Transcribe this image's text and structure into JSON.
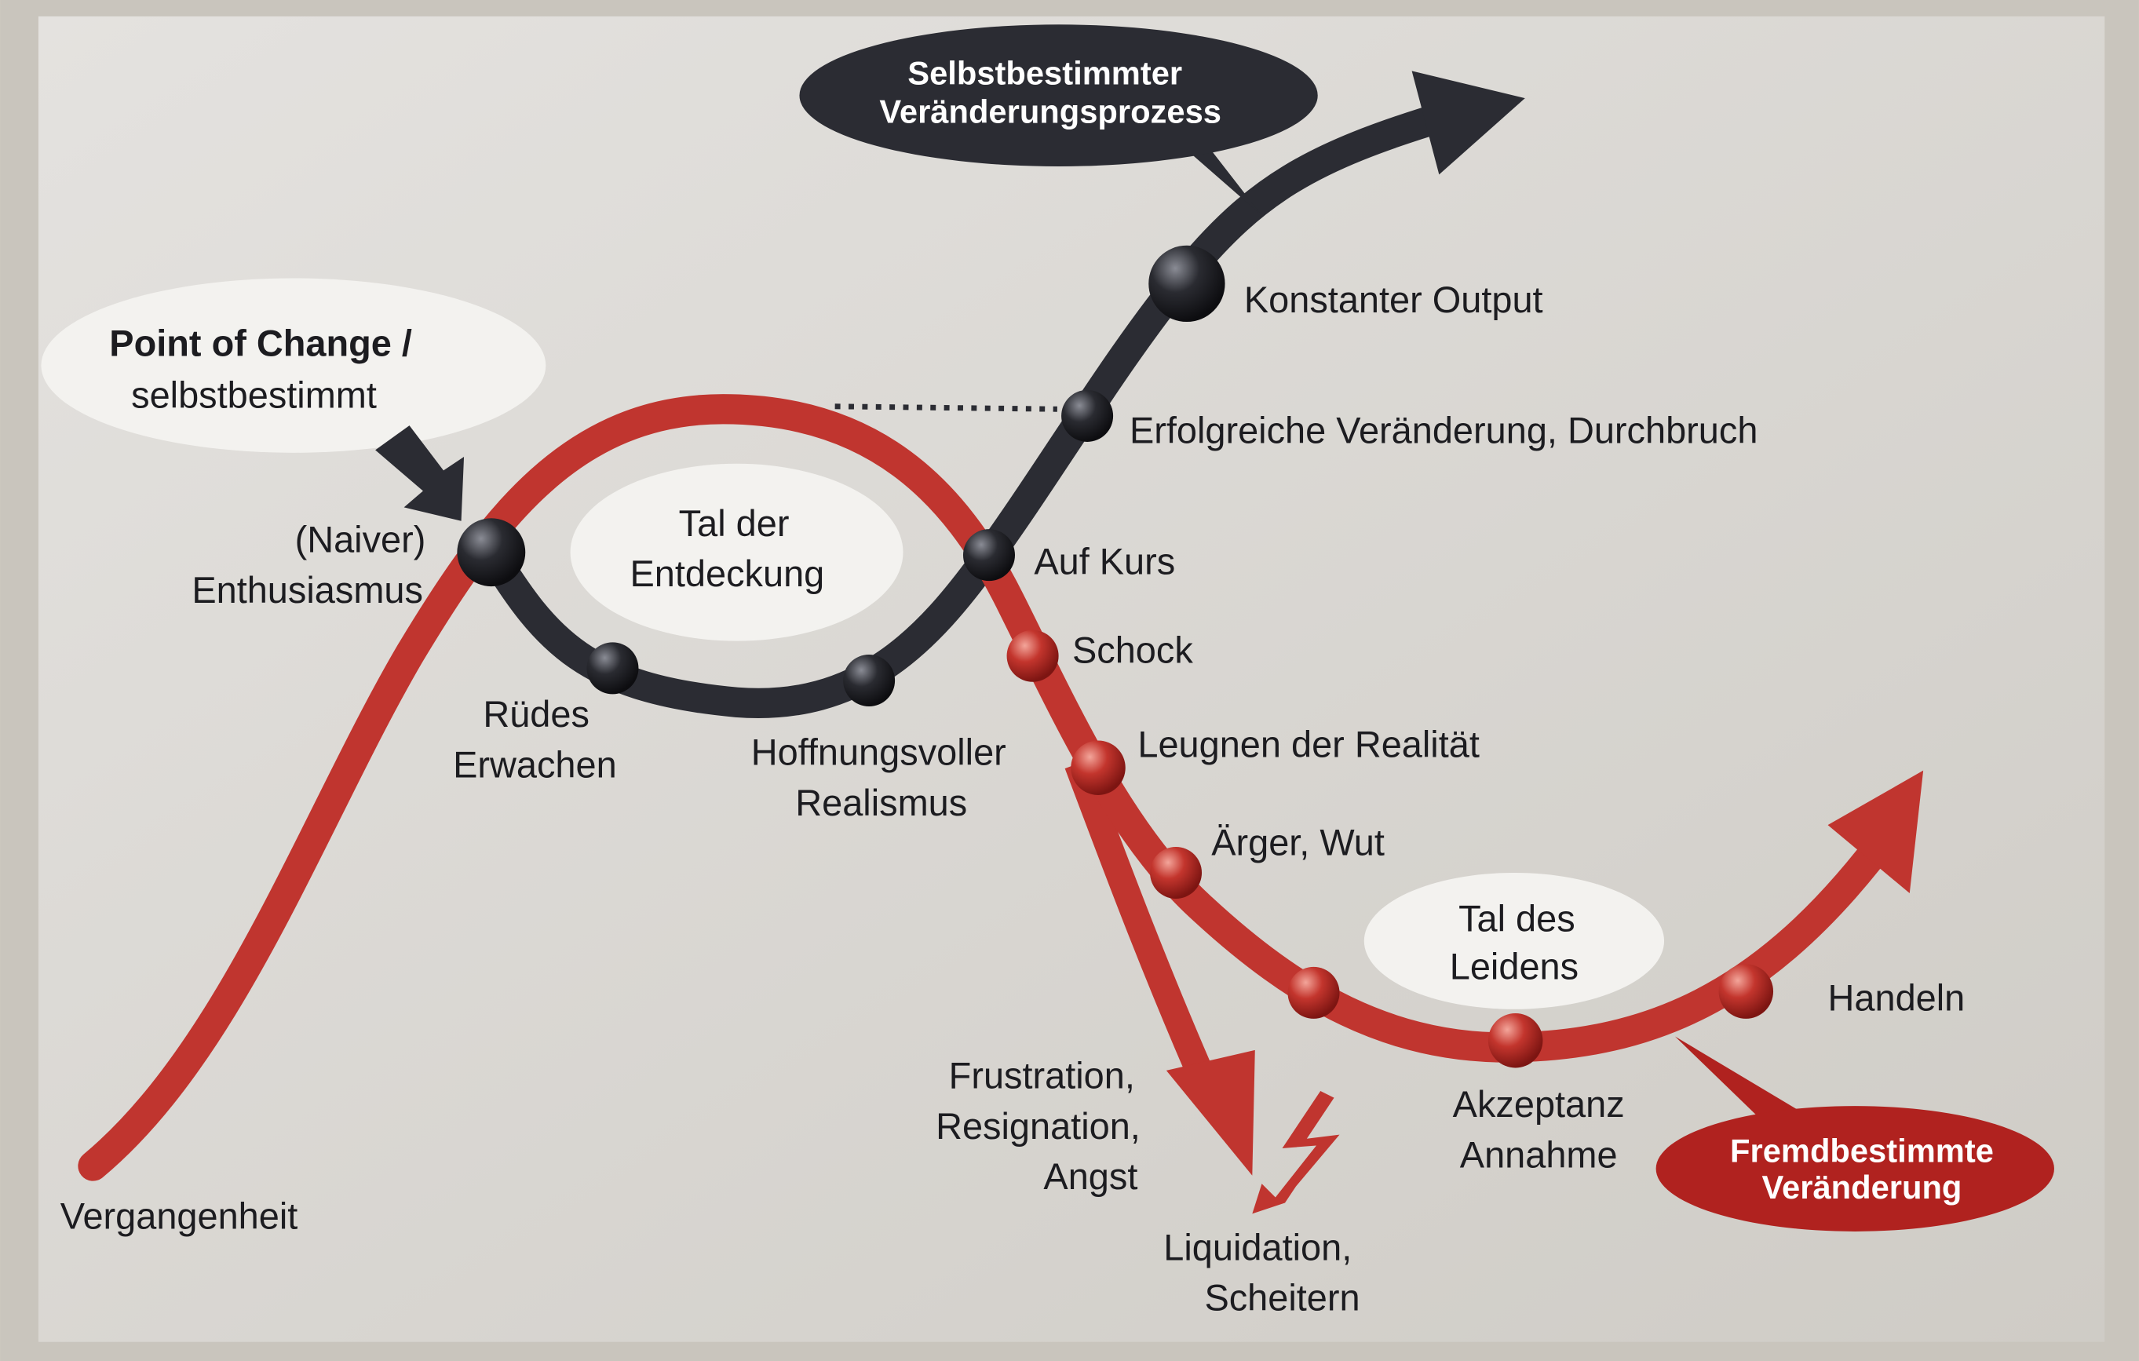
{
  "colors": {
    "red": "#b8302c",
    "dark": "#2b2c33",
    "panel": "#dcdad6",
    "bubble": "#f3f2ef"
  },
  "bubbles": {
    "self_directed": [
      "Selbstbestimmter",
      "Veränderungsprozess"
    ],
    "external": [
      "Fremdbestimmte",
      "Veränderung"
    ],
    "point_of_change": [
      "Point of Change /",
      "selbstbestimmt"
    ],
    "valley_discovery": [
      "Tal der",
      "Entdeckung"
    ],
    "valley_suffering": [
      "Tal des",
      "Leidens"
    ]
  },
  "labels": {
    "past": "Vergangenheit",
    "naive": [
      "(Naiver)",
      "Enthusiasmus"
    ],
    "rude": [
      "Rüdes",
      "Erwachen"
    ],
    "hopeful": [
      "Hoffnungsvoller",
      "Realismus"
    ],
    "on_course": "Auf Kurs",
    "success": "Erfolgreiche Veränderung, Durchbruch",
    "output": "Konstanter Output",
    "shock": "Schock",
    "denial": "Leugnen der Realität",
    "anger": "Ärger, Wut",
    "acceptance": [
      "Akzeptanz",
      "Annahme"
    ],
    "action": "Handeln",
    "frustration": [
      "Frustration,",
      "Resignation,",
      "Angst"
    ],
    "liquidation": [
      "Liquidation,",
      "Scheitern"
    ]
  }
}
